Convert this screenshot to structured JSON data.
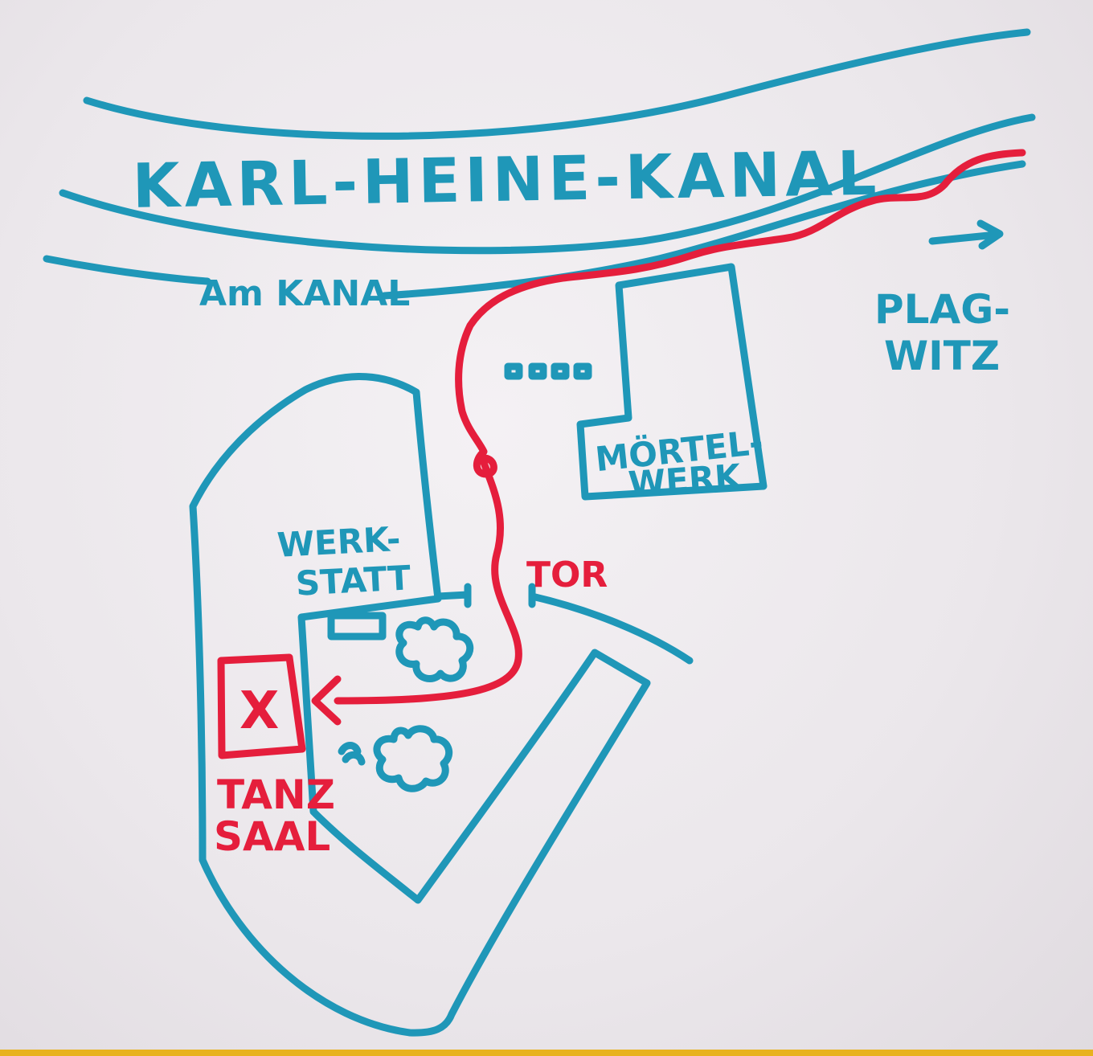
{
  "map": {
    "canal_label": "KARL-HEINE-KANAL",
    "street_label": "Am KANAL",
    "district_label": [
      "PLAG-",
      "WITZ"
    ],
    "building_north_label": [
      "MÖRTEL-",
      "WERK"
    ],
    "building_main_label": [
      "WERK-",
      "STATT"
    ],
    "gate_label": "TOR",
    "destination_label": [
      "TANZ",
      "SAAL"
    ],
    "destination_marker": "X",
    "colors": {
      "streets_buildings": "#1f97b8",
      "route": "#e51e3c",
      "paper": "#efebef"
    },
    "icons": [
      "arrow-right-icon",
      "tree-icon",
      "x-marker-icon",
      "arrowhead-icon"
    ]
  }
}
